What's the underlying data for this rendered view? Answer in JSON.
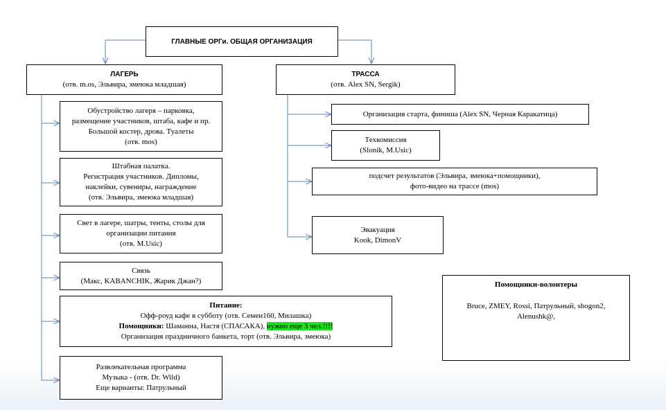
{
  "colors": {
    "connector": "#5b82b8",
    "highlight": "#22dd22"
  },
  "main": {
    "title": "ГЛАВНЫЕ ОРГи. ОБЩАЯ ОРГАНИЗАЦИЯ"
  },
  "camp": {
    "title": "ЛАГЕРЬ",
    "resp": "(отв. m.os, Эльвира, змеюка младшая)",
    "items": [
      {
        "lines": [
          "Обустройство лагеря – парковка,",
          "размещение участников, штаба, кафе и пр.",
          "Большой костер, дрова. Туалеты",
          "(отв. mos)"
        ]
      },
      {
        "lines": [
          "Штабная палатка.",
          "Регистрация участников. Дипломы,",
          "наклейки, сувениры, награждение",
          "(отв. Эльвира, змеюка младшая)"
        ]
      },
      {
        "lines": [
          "Свет в лагере, шатры, тенты, столы для",
          "организации питания",
          "(отв. M.Usic)"
        ]
      },
      {
        "lines": [
          "Связь",
          "(Макс, KABANCHIK, Жарик Джан?)"
        ]
      }
    ],
    "food": {
      "heading": "Питание:",
      "line1": "Офф-роуд кафе в субботу (отв. Семен160, Милашка)",
      "helpers_label": "Помощники:",
      "helpers_names": "Шаманна, Настя (СПАСАКА),",
      "helpers_needed": "нужно еще 3 чел.!!!!",
      "line3": "Организация праздничного банкета, торт (отв. Эльвира, змеюка)"
    },
    "fun": {
      "line1": "Развлекательная программа",
      "line2": "Музыка - (отв. Dr. Wild)",
      "line3": "Еще варианты: Патрульный"
    }
  },
  "track": {
    "title": "ТРАССА",
    "resp": "(отв.  Alex SN, Sergik)",
    "items": [
      {
        "lines": [
          "Организация старта, финиша (Alex SN, Черная Каракатица)"
        ]
      },
      {
        "lines": [
          "Техкомиссия",
          "(Slonik, M.Usic)"
        ]
      },
      {
        "lines": [
          "подсчет результатов (Эльвира, змеюка+помощники),",
          "фото-видео на трассе (mos)"
        ]
      },
      {
        "lines": [
          "Эвакуация",
          "Kook, DimonV"
        ]
      }
    ]
  },
  "volunteers": {
    "title": "Помощники-волонтеры",
    "line1": "Bruce, ZMEY, Rossi, Патрульный, shogon2,",
    "line2": "Alenushk@,"
  }
}
